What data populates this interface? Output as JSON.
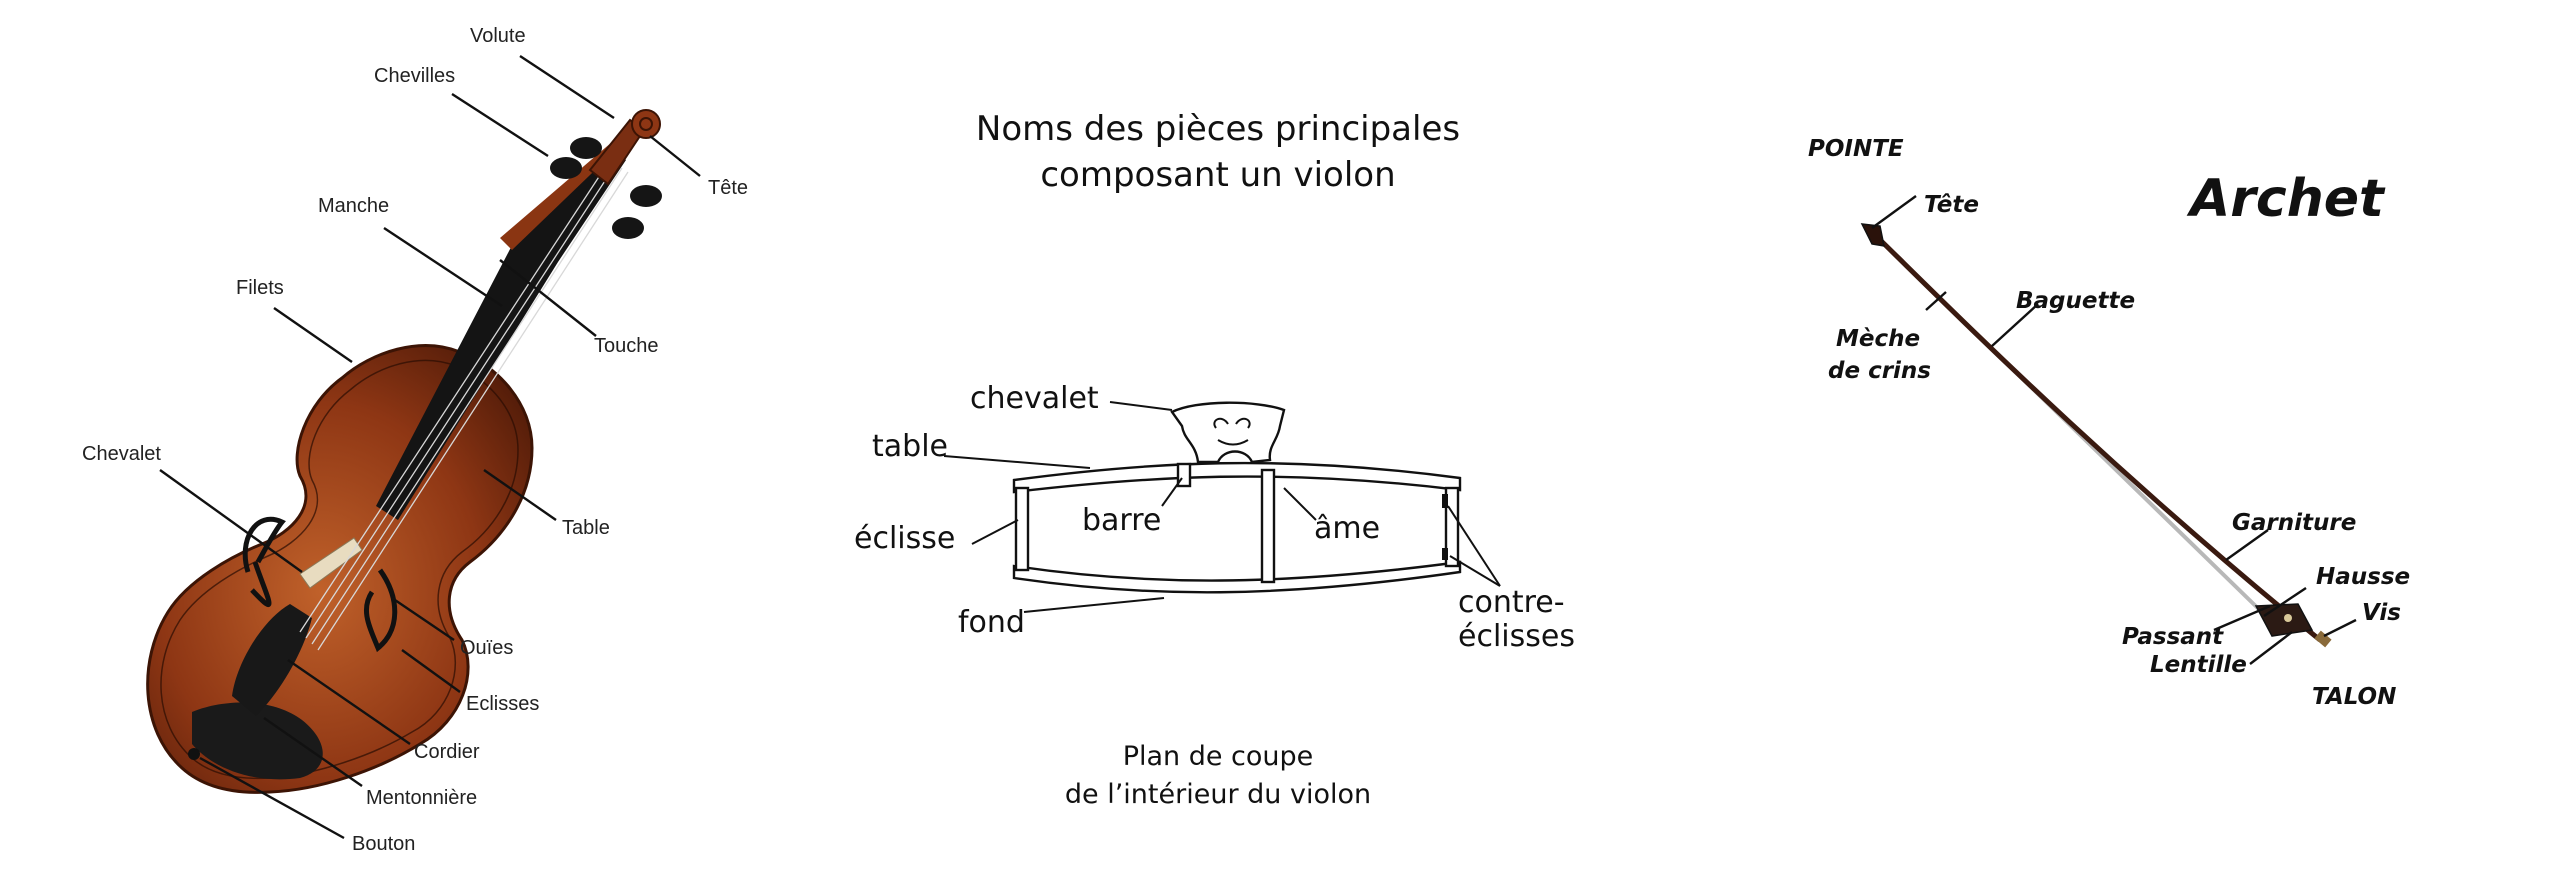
{
  "title": {
    "line1": "Noms des pièces principales",
    "line2": "composant un violon"
  },
  "violin_labels": {
    "volute": "Volute",
    "chevilles": "Chevilles",
    "tete": "Tête",
    "manche": "Manche",
    "touche": "Touche",
    "filets": "Filets",
    "table": "Table",
    "chevalet": "Chevalet",
    "ouies": "Ouïes",
    "eclisses": "Eclisses",
    "cordier": "Cordier",
    "mentonniere": "Mentonnière",
    "bouton": "Bouton"
  },
  "section": {
    "chevalet": "chevalet",
    "table": "table",
    "eclisse": "éclisse",
    "barre": "barre",
    "ame": "âme",
    "fond": "fond",
    "contre1": "contre-",
    "contre2": "éclisses",
    "caption1": "Plan de coupe",
    "caption2": "de l’intérieur du violon"
  },
  "bow": {
    "title": "Archet",
    "pointe": "POINTE",
    "tete": "Tête",
    "baguette": "Baguette",
    "meche1": "Mèche",
    "meche2": "de crins",
    "garniture": "Garniture",
    "hausse": "Hausse",
    "vis": "Vis",
    "passant": "Passant",
    "lentille": "Lentille",
    "talon": "TALON"
  },
  "colors": {
    "wood": "#7a2e12",
    "wood_light": "#b5541f",
    "ebony": "#151515",
    "line": "#111111"
  }
}
